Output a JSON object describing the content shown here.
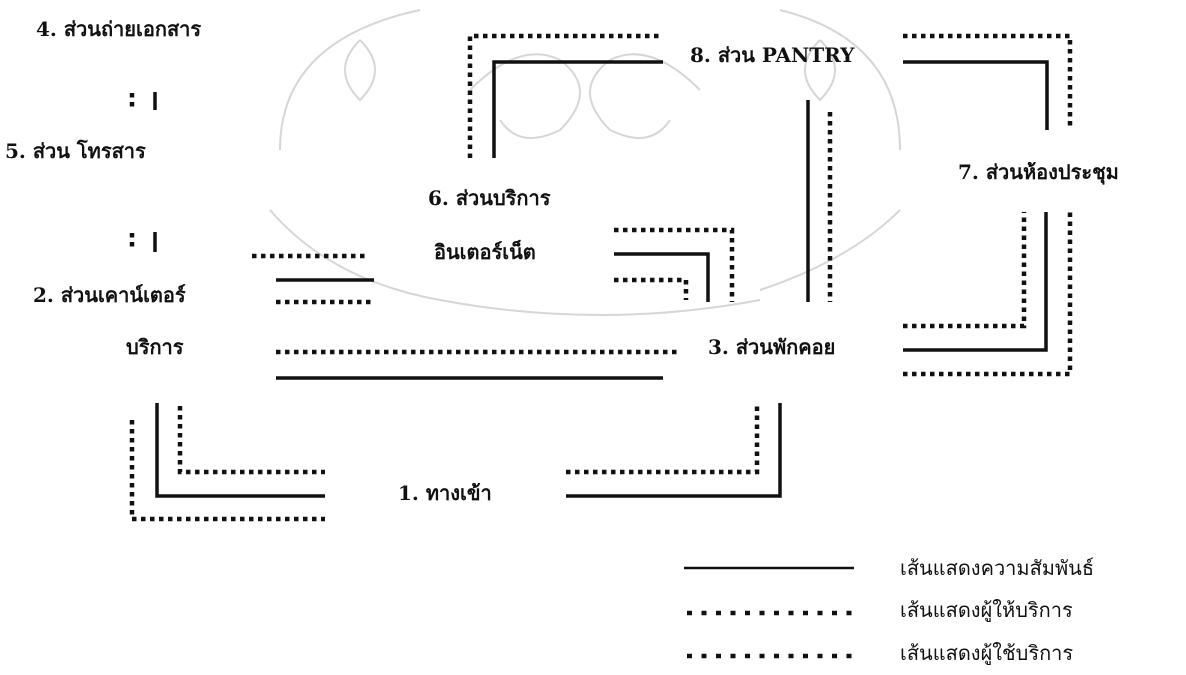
{
  "labels": {
    "entrance": "1. ทางเข้า",
    "counter_line1": "2. ส่วนเคาน์เตอร์",
    "counter_line2": "บริการ",
    "lounge": "3. ส่วนพักคอย",
    "copy": "4. ส่วนถ่ายเอกสาร",
    "fax": "5. ส่วน โทรสาร",
    "internet_line1": "6. ส่วนบริการ",
    "internet_line2": "อินเตอร์เน็ต",
    "meeting": "7. ส่วนห้องประชุม",
    "pantry": "8. ส่วน PANTRY"
  },
  "legend": {
    "relation": "เส้นแสดงความสัมพันธ์",
    "provider": "เส้นแสดงผู้ให้บริการ",
    "user": "เส้นแสดงผู้ใช้บริการ"
  },
  "colors": {
    "line": "#111111",
    "watermark": "#d6d6d6"
  }
}
